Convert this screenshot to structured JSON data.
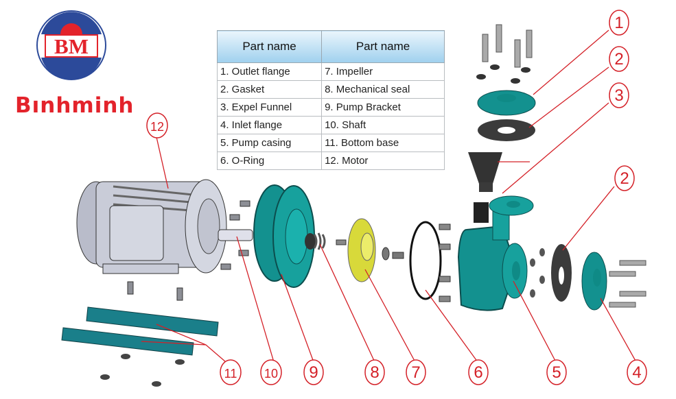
{
  "logo": {
    "monogram": "BM",
    "brand_name": "Bınhminh",
    "colors": {
      "red": "#e3232b",
      "blue": "#2c4a9a"
    }
  },
  "table": {
    "headers": [
      "Part name",
      "Part name"
    ],
    "rows": [
      [
        "1. Outlet flange",
        "7. Impeller"
      ],
      [
        "2. Gasket",
        "8. Mechanical seal"
      ],
      [
        "3. Expel Funnel",
        "9. Pump Bracket"
      ],
      [
        "4. Inlet flange",
        "10. Shaft"
      ],
      [
        "5. Pump casing",
        "11. Bottom base"
      ],
      [
        "6. O-Ring",
        "12. Motor"
      ]
    ]
  },
  "callouts": [
    "1",
    "2",
    "3",
    "2",
    "4",
    "5",
    "6",
    "7",
    "8",
    "9",
    "10",
    "11",
    "12"
  ],
  "colors": {
    "teal": "#13918f",
    "impeller": "#d8d93a",
    "callout": "#d42027",
    "gasket": "#3b3b3b",
    "motor": "#c9ccd8"
  }
}
